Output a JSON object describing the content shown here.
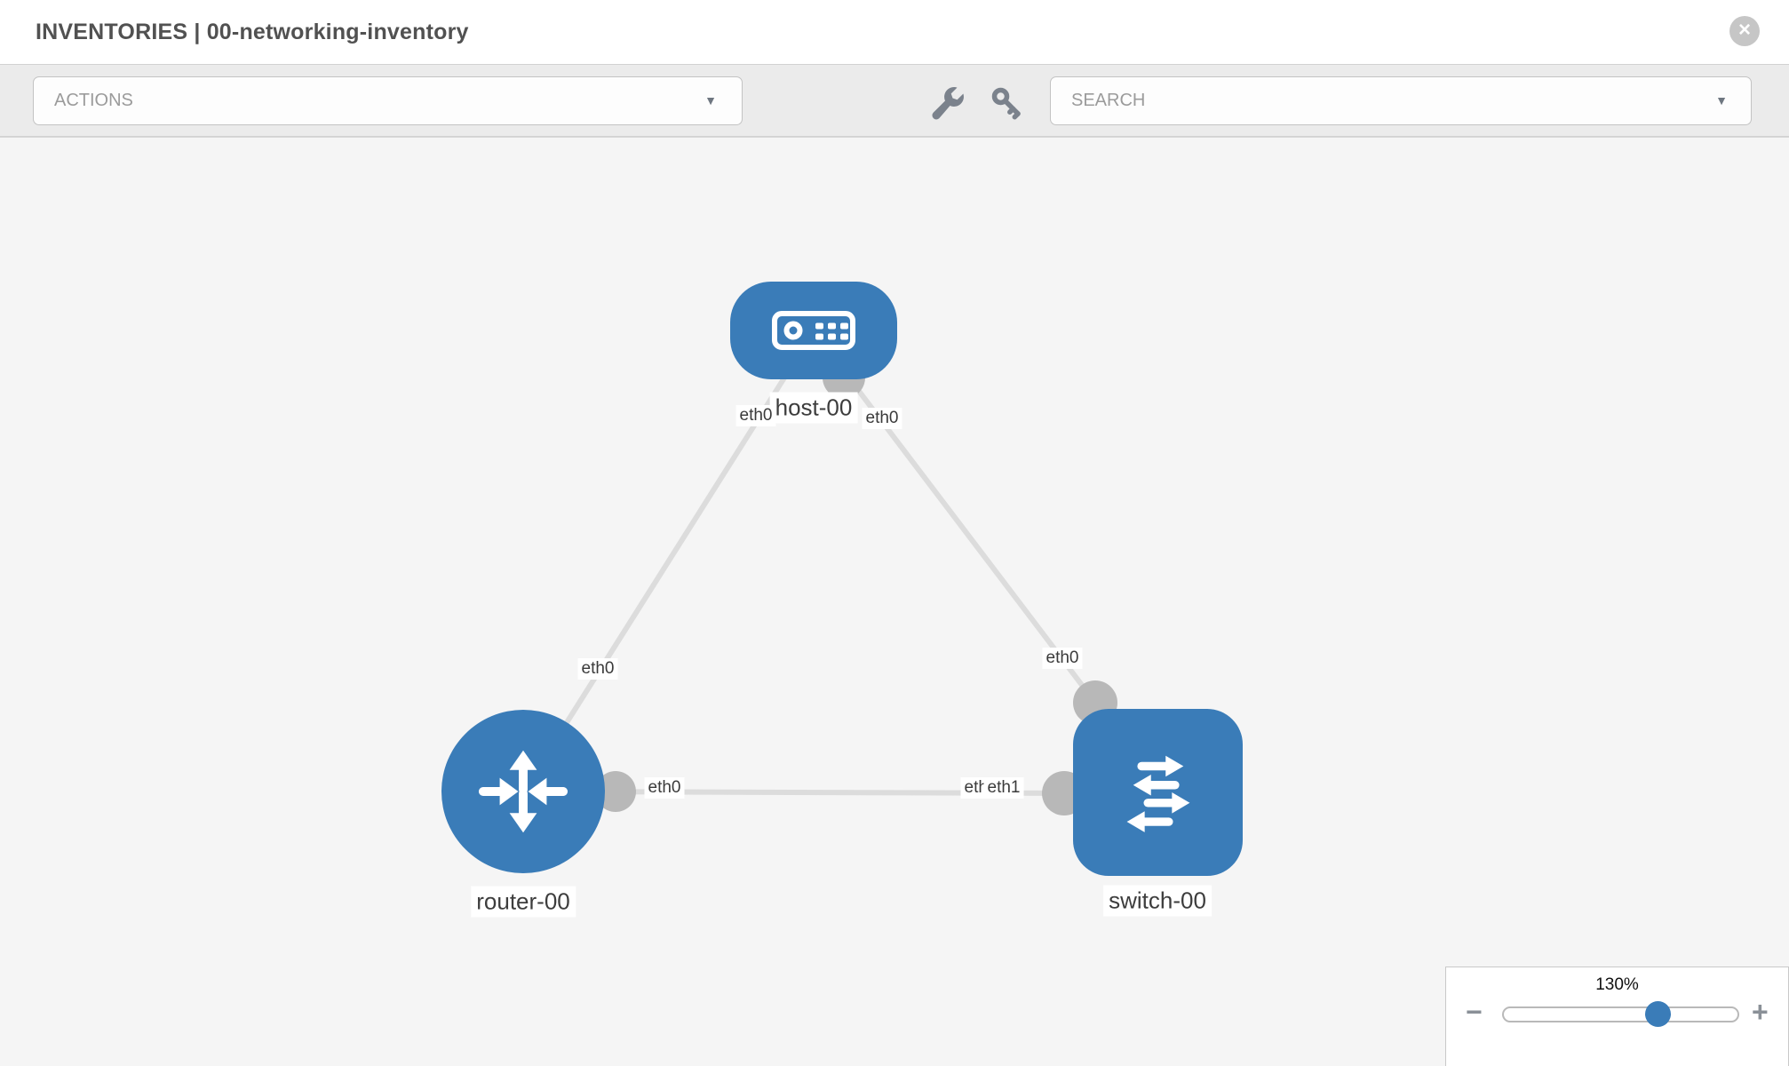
{
  "header": {
    "title": "INVENTORIES | 00-networking-inventory"
  },
  "toolbar": {
    "actions_label": "ACTIONS",
    "search_placeholder": "SEARCH"
  },
  "icons": {
    "dropdown_caret": "▼",
    "close_glyph": "×",
    "minus_glyph": "−",
    "plus_glyph": "+"
  },
  "colors": {
    "node_blue": "#3a7cb8",
    "link_gray": "#dcdcdc",
    "connector_gray": "#b8b8b8",
    "canvas_bg": "#f5f5f5",
    "toolbar_bg": "#ebebeb"
  },
  "topology": {
    "nodes": [
      {
        "name": "host-00",
        "type": "host",
        "icon": "server-icon",
        "shape": "rounded-rect"
      },
      {
        "name": "router-00",
        "type": "router",
        "icon": "router-arrows-icon",
        "shape": "circle"
      },
      {
        "name": "switch-00",
        "type": "switch",
        "icon": "switch-arrows-icon",
        "shape": "rounded-square"
      }
    ],
    "links": [
      {
        "source": "router-00",
        "source_interface": "eth0",
        "target": "host-00",
        "target_interface": "eth0"
      },
      {
        "source": "host-00",
        "source_interface": "eth0",
        "target": "switch-00",
        "target_interface": "eth0"
      },
      {
        "source": "router-00",
        "source_interface": "eth0",
        "target": "switch-00",
        "target_interface": "eth1",
        "target_interface_overlapped": "eth0"
      }
    ]
  },
  "zoom_control": {
    "percent": "130%",
    "value": 130
  }
}
